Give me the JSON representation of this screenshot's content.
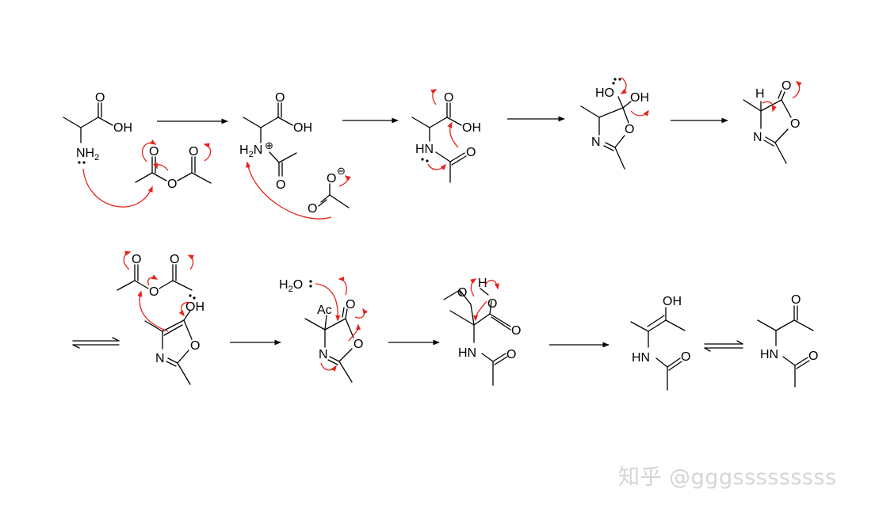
{
  "diagram": {
    "atoms": {
      "oh": "OH",
      "o": "O",
      "n": "N",
      "h": "H",
      "hn": "HN",
      "nh2_main": "NH",
      "nh2_sub": "2",
      "h2n_h": "H",
      "h2n_sub": "2",
      "h2n_n": "N",
      "plus": "⊕",
      "minus": "⊖",
      "ho": "HO",
      "ac": "Ac",
      "h2o_h": "H",
      "h2o_sub": "2",
      "h2o_o": "O"
    },
    "colors": {
      "bond": "#000000",
      "curly_arrow": "#e8221b",
      "watermark": "#d5d5d5"
    }
  },
  "watermark": "知乎 @gggsssssssss"
}
